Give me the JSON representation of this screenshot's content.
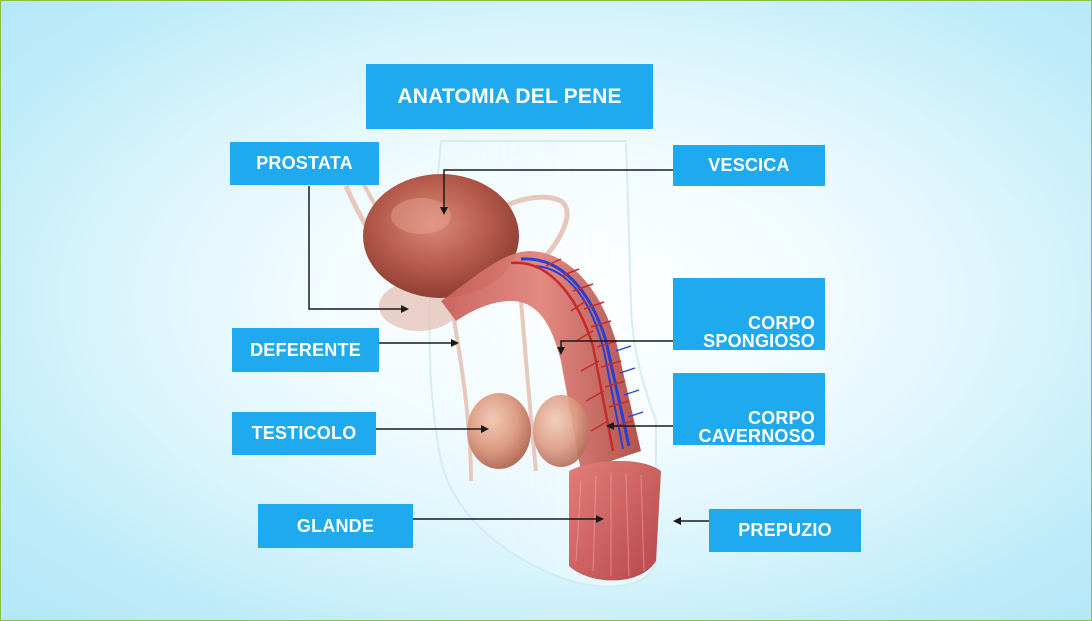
{
  "title": "ANATOMIA DEL PENE",
  "labels": {
    "prostata": "PROSTATA",
    "vescica": "VESCICA",
    "corpo_spongioso_1": "CORPO",
    "corpo_spongioso_2": "SPONGIOSO",
    "deferente": "DEFERENTE",
    "corpo_cavernoso_1": "CORPO",
    "corpo_cavernoso_2": "CAVERNOSO",
    "testicolo": "TESTICOLO",
    "glande": "GLANDE",
    "prepuzio": "PREPUZIO"
  },
  "colors": {
    "label_bg": "#1faaf0",
    "label_text": "#ffffff",
    "background_edge": "#b3e7f7",
    "border": "#8fbf3a"
  }
}
